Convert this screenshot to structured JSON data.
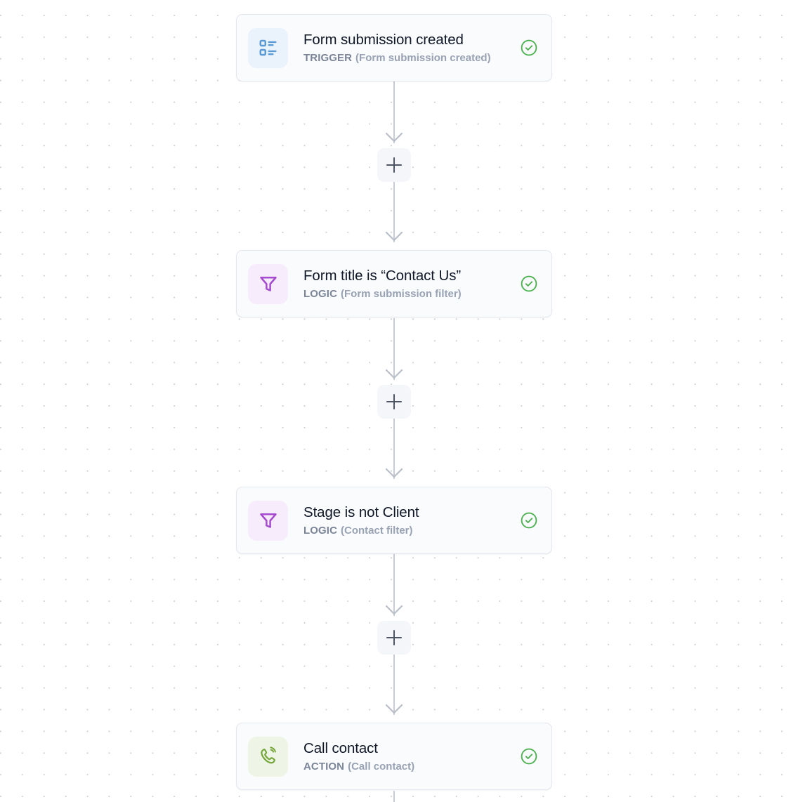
{
  "canvas": {
    "background_color": "#ffffff",
    "dot_grid_color": "#c9ccd4",
    "connector_color": "#c6cad2"
  },
  "add_buttons": [
    {
      "label": "+",
      "name": "add-step-button-1"
    },
    {
      "label": "+",
      "name": "add-step-button-2"
    },
    {
      "label": "+",
      "name": "add-step-button-3"
    }
  ],
  "nodes": [
    {
      "title": "Form submission created",
      "kind": "TRIGGER",
      "detail": "(Form submission created)",
      "icon": "form-list-icon",
      "tone": "trigger",
      "icon_color": "#5b9bd5",
      "tile_color": "#eaf2fc",
      "status": "valid"
    },
    {
      "title": "Form title is “Contact Us”",
      "kind": "LOGIC",
      "detail": "(Form submission filter)",
      "icon": "filter-funnel-icon",
      "tone": "logic",
      "icon_color": "#a64bcf",
      "tile_color": "#f7ecfb",
      "status": "valid"
    },
    {
      "title": "Stage is not Client",
      "kind": "LOGIC",
      "detail": "(Contact filter)",
      "icon": "filter-funnel-icon",
      "tone": "logic",
      "icon_color": "#a64bcf",
      "tile_color": "#f7ecfb",
      "status": "valid"
    },
    {
      "title": "Call contact",
      "kind": "ACTION",
      "detail": "(Call contact)",
      "icon": "phone-call-icon",
      "tone": "action",
      "icon_color": "#76a73c",
      "tile_color": "#eff5e6",
      "status": "valid"
    }
  ],
  "status_icon": {
    "name": "check-circle-icon",
    "color": "#4caf50"
  }
}
